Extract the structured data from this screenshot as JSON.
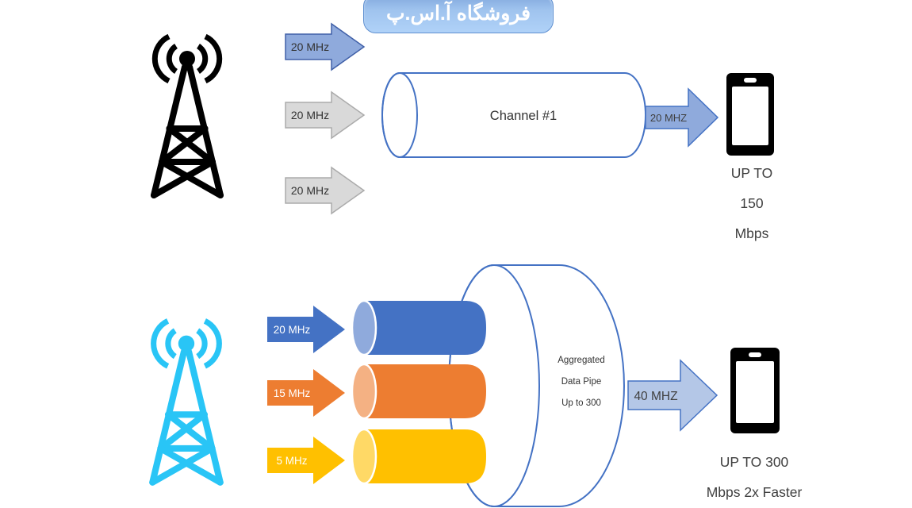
{
  "watermark": {
    "text": "فروشگاه آ.اس.پ"
  },
  "colors": {
    "accent_blue": "#4472C4",
    "periwinkle": "#8FAADC",
    "light_periwinkle": "#B4C7E7",
    "gray": "#D9D9D9",
    "orange": "#ED7D31",
    "yellow": "#FFC000",
    "cyan": "#29C5F6",
    "text_dark": "#3F3F3F"
  },
  "top": {
    "arrows": [
      {
        "label": "20 MHz",
        "fill": "#8FAADC"
      },
      {
        "label": "20 MHz",
        "fill": "#D9D9D9"
      },
      {
        "label": "20 MHz",
        "fill": "#D9D9D9"
      }
    ],
    "channel_label": "Channel #1",
    "output_arrow": {
      "label": "20 MHZ",
      "fill": "#8FAADC"
    },
    "result": [
      "UP TO",
      "150",
      "Mbps"
    ]
  },
  "bottom": {
    "arrows": [
      {
        "label": "20 MHz",
        "fill": "#4472C4"
      },
      {
        "label": "15 MHz",
        "fill": "#ED7D31"
      },
      {
        "label": "5 MHz",
        "fill": "#FFC000"
      }
    ],
    "cylinders": [
      {
        "fill": "#4472C4",
        "cap": "#8FAADC"
      },
      {
        "fill": "#ED7D31",
        "cap": "#F4B183"
      },
      {
        "fill": "#FFC000",
        "cap": "#FFD966"
      }
    ],
    "pipe_label": [
      "Aggregated",
      "Data Pipe",
      "Up to 300"
    ],
    "output_arrow": {
      "label": "40 MHZ",
      "fill": "#B4C7E7"
    },
    "result": [
      "UP TO 300",
      "Mbps 2x Faster"
    ]
  }
}
